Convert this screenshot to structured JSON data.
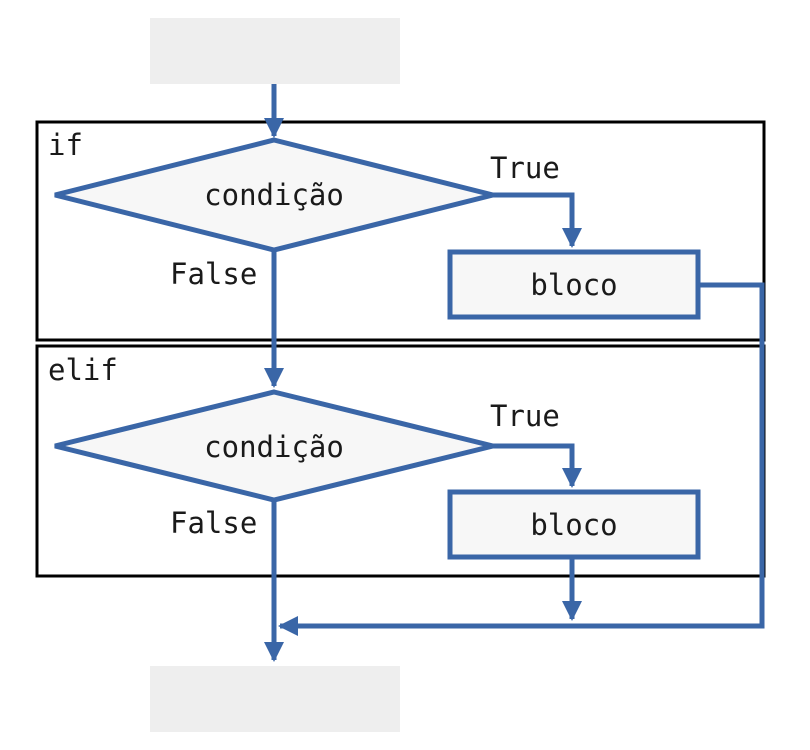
{
  "diagram": {
    "colors": {
      "flow": "#3a66a7",
      "node_fill": "#f7f7f7",
      "placeholder_fill": "#eeeeee",
      "frame": "#000000"
    },
    "sections": [
      {
        "keyword": "if"
      },
      {
        "keyword": "elif"
      }
    ],
    "nodes": {
      "if_condition": "condição",
      "if_block": "bloco",
      "elif_condition": "condição",
      "elif_block": "bloco"
    },
    "edge_labels": {
      "if_true": "True",
      "if_false": "False",
      "elif_true": "True",
      "elif_false": "False"
    }
  }
}
